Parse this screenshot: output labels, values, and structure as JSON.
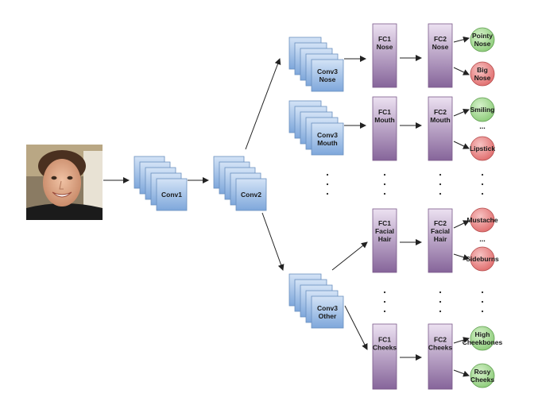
{
  "colors": {
    "conv_fill_top": "#cfe0f4",
    "conv_fill_bottom": "#7fa8dc",
    "conv_stroke": "#6a8fbf",
    "fc_fill_top": "#e6d8ec",
    "fc_fill_bottom": "#8a6a9a",
    "fc_stroke": "#7a5a8a",
    "positive_fill": "#9fd68f",
    "positive_stroke": "#5e9e4e",
    "negative_fill": "#e98585",
    "negative_stroke": "#b34a4a",
    "arrow": "#222222"
  },
  "input_image": {
    "icon": "face-photo"
  },
  "layers": {
    "conv1": "Conv1",
    "conv2": "Conv2"
  },
  "branches": {
    "nose": {
      "conv3": [
        "Conv3",
        "Nose"
      ],
      "fc1": [
        "FC1",
        "Nose"
      ],
      "fc2": [
        "FC2",
        "Nose"
      ],
      "outputs": [
        {
          "lines": [
            "Pointy",
            "Nose"
          ],
          "polarity": "positive"
        },
        {
          "lines": [
            "Big",
            "Nose"
          ],
          "polarity": "negative"
        }
      ]
    },
    "mouth": {
      "conv3": [
        "Conv3",
        "Mouth"
      ],
      "fc1": [
        "FC1",
        "Mouth"
      ],
      "fc2": [
        "FC2",
        "Mouth"
      ],
      "outputs": [
        {
          "lines": [
            "Smiling"
          ],
          "polarity": "positive"
        },
        {
          "lines": [
            "Lipstick"
          ],
          "polarity": "negative"
        }
      ],
      "ellipsis": "..."
    },
    "other": {
      "conv3": [
        "Conv3",
        "Other"
      ],
      "facial_hair": {
        "fc1": [
          "FC1",
          "Facial",
          "Hair"
        ],
        "fc2": [
          "FC2",
          "Facial",
          "Hair"
        ],
        "outputs": [
          {
            "lines": [
              "Mustache"
            ],
            "polarity": "negative"
          },
          {
            "lines": [
              "Sideburns"
            ],
            "polarity": "negative"
          }
        ],
        "ellipsis": "..."
      },
      "cheeks": {
        "fc1": [
          "FC1",
          "Cheeks"
        ],
        "fc2": [
          "FC2",
          "Cheeks"
        ],
        "outputs": [
          {
            "lines": [
              "High",
              "Cheekbones"
            ],
            "polarity": "positive"
          },
          {
            "lines": [
              "Rosy",
              "Cheeks"
            ],
            "polarity": "positive"
          }
        ]
      }
    }
  }
}
